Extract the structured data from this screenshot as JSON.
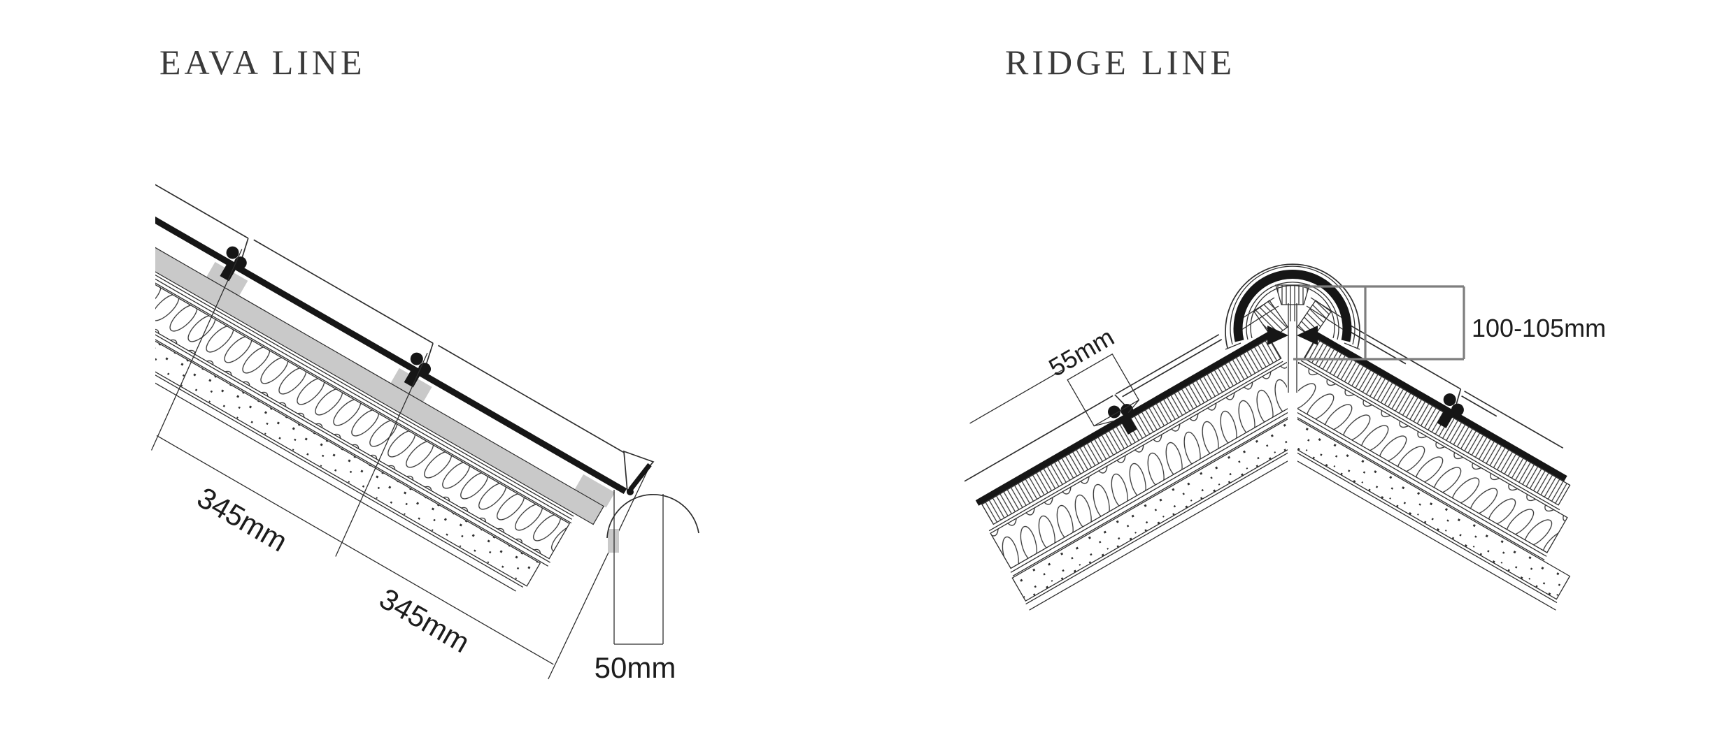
{
  "sheet": {
    "description": "Roof construction technical details"
  },
  "eave": {
    "title": "EAVA LINE",
    "dim_course1": "345mm",
    "dim_course2": "345mm",
    "dim_gutter": "50mm"
  },
  "ridge": {
    "title": "RIDGE LINE",
    "dim_batten": "55mm",
    "dim_ridge": "100-105mm"
  },
  "colors": {
    "background": "#ffffff",
    "line": "#2e2e2e",
    "heavy": "#161616",
    "board": "#c9c9c9",
    "leader": "#7e7e7e",
    "text": "#1c1c1c",
    "title": "#3a3a3a"
  }
}
